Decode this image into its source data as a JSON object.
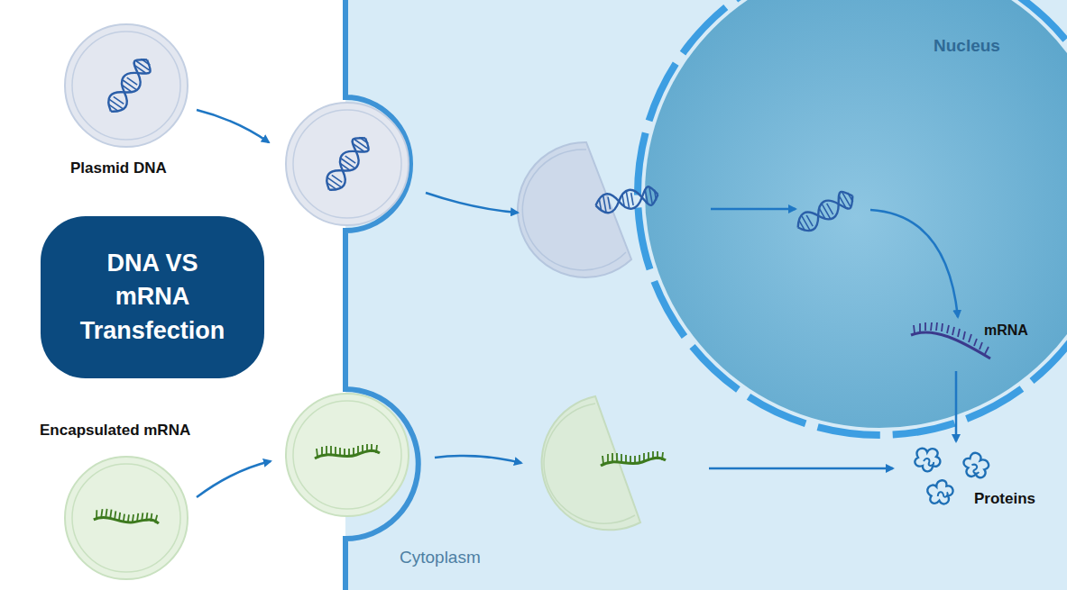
{
  "diagram": {
    "nodes": [
      {
        "text": [
          "Cytoplasm"
        ]
      },
      {
        "text": [
          "Nucleus"
        ],
        "in": 0
      },
      {
        "text": [
          "mRNA"
        ],
        "in": 1
      },
      {
        "text": [
          "Proteins"
        ],
        "in": 0
      },
      {
        "text": [
          "Plasmid DNA"
        ]
      },
      {
        "text": [
          "DNA VS mRNA Transfection"
        ]
      },
      {
        "text": [
          "Encapsulated mRNA"
        ]
      }
    ],
    "edges": [
      {
        "from": 2,
        "to": 3,
        "arrow": "to"
      }
    ]
  }
}
